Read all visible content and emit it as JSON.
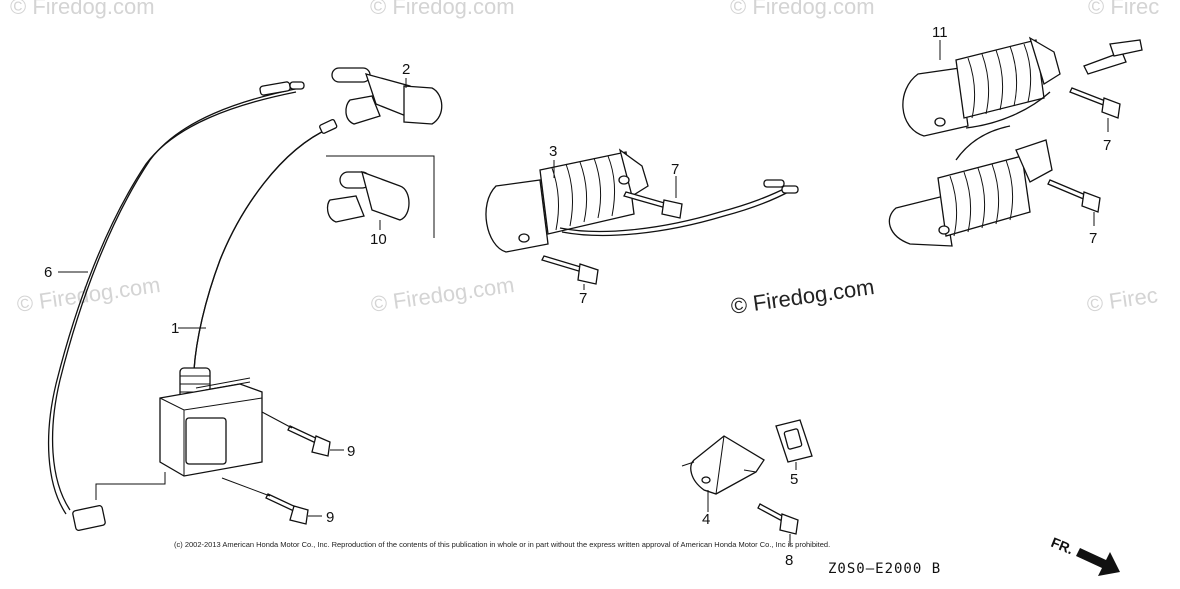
{
  "watermarks": {
    "main": "© Firedog.com",
    "faint": "© Firedog.com",
    "edge_right": "© Firec"
  },
  "callouts": {
    "c1": "1",
    "c2": "2",
    "c3": "3",
    "c4": "4",
    "c5": "5",
    "c6": "6",
    "c7a": "7",
    "c7b": "7",
    "c7c": "7",
    "c7d": "7",
    "c8": "8",
    "c9a": "9",
    "c9b": "9",
    "c10": "10",
    "c11": "11"
  },
  "copyright_notice": "(c) 2002-2013 American Honda Motor Co., Inc. Reproduction of the contents of this publication in whole or in part without the express written approval of American Honda Motor Co., Inc is prohibited.",
  "diagram_code": "Z0S0—E2000 B",
  "front_indicator": "FR."
}
